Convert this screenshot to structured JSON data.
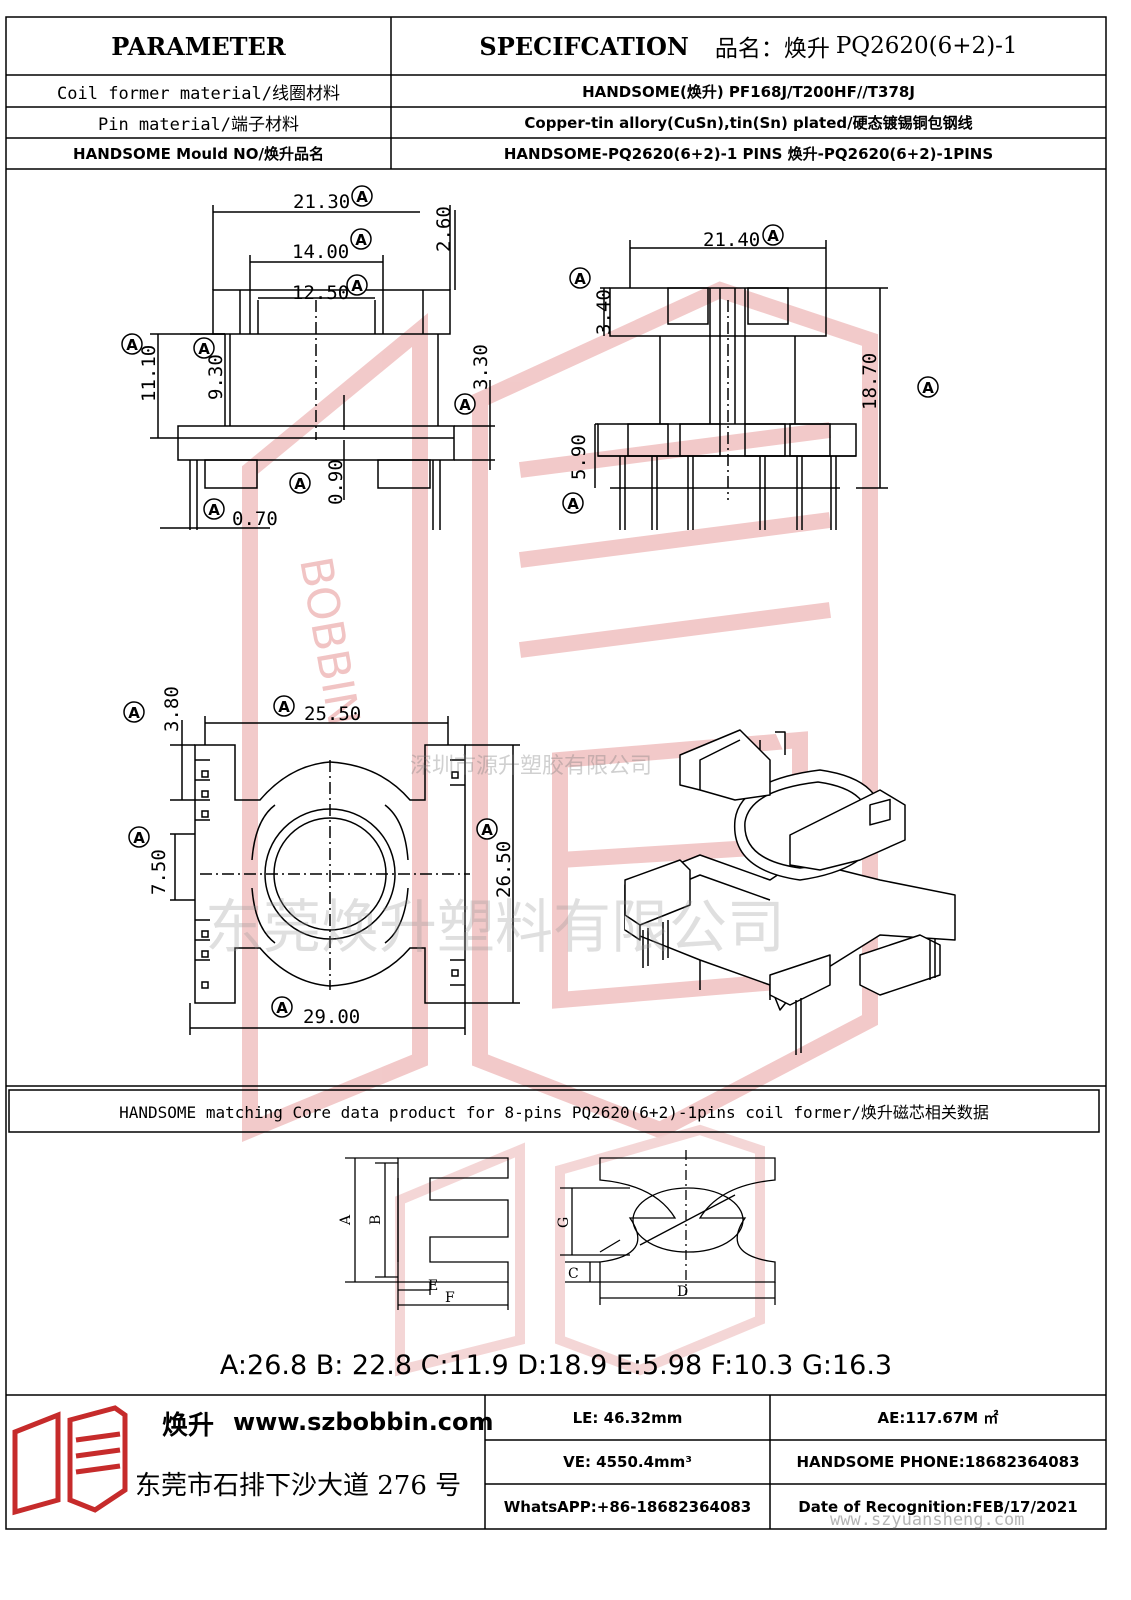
{
  "header": {
    "parameter": "PARAMETER",
    "specification": "SPECIFCATION",
    "product_name_label": "品名：焕升",
    "product_model": "PQ2620(6+2)-1"
  },
  "rows": [
    {
      "label": "Coil former material/线圈材料",
      "value": "HANDSOME(焕升)   PF168J/T200HF//T378J"
    },
    {
      "label": "Pin material/端子材料",
      "value": "Copper-tin allory(CuSn),tin(Sn) plated/硬态镀锡铜包钢线"
    },
    {
      "label": "HANDSOME Mould NO/焕升品名",
      "value": "HANDSOME-PQ2620(6+2)-1 PINS    焕升-PQ2620(6+2)-1PINS"
    }
  ],
  "drawing": {
    "dims": {
      "d2130": "21.30",
      "d1400": "14.00",
      "d1250": "12.50",
      "d260": "2.60",
      "d1110": "11.10",
      "d930": "9.30",
      "d330": "3.30",
      "d090": "0.90",
      "d070": "0.70",
      "d2140": "21.40",
      "d340": "3.40",
      "d1870": "18.70",
      "d590": "5.90",
      "d380": "3.80",
      "d2550": "25.50",
      "d750": "7.50",
      "d2650": "26.50",
      "d2900": "29.00"
    },
    "marker": "A"
  },
  "core": {
    "caption": "HANDSOME matching Core data  product for 8-pins PQ2620(6+2)-1pins coil former/焕升磁芯相关数据",
    "labels": {
      "A": "A",
      "B": "B",
      "C": "C",
      "D": "D",
      "E": "E",
      "F": "F",
      "G": "G"
    },
    "values_line": "A:26.8 B: 22.8 C:11.9 D:18.9 E:5.98 F:10.3 G:16.3"
  },
  "watermarks": {
    "company_small": "深圳市源升塑胶有限公司",
    "company_large": "东莞焕升塑料有限公司",
    "logo_text": "BOBBIN",
    "url": "www.szyuansheng.com"
  },
  "footer": {
    "brand": "焕升",
    "website": "www.szbobbin.com",
    "address": "东莞市石排下沙大道 276 号",
    "le": "LE: 46.32mm",
    "ae": "AE:117.67M ㎡",
    "ve": "VE: 4550.4mm³",
    "phone": "HANDSOME PHONE:18682364083",
    "whatsapp": "WhatsAPP:+86-18682364083",
    "date": "Date of Recognition:FEB/17/2021"
  },
  "colors": {
    "watermark_red": "#e59a9a",
    "line": "#000000",
    "logo_red": "#c62b2b"
  }
}
